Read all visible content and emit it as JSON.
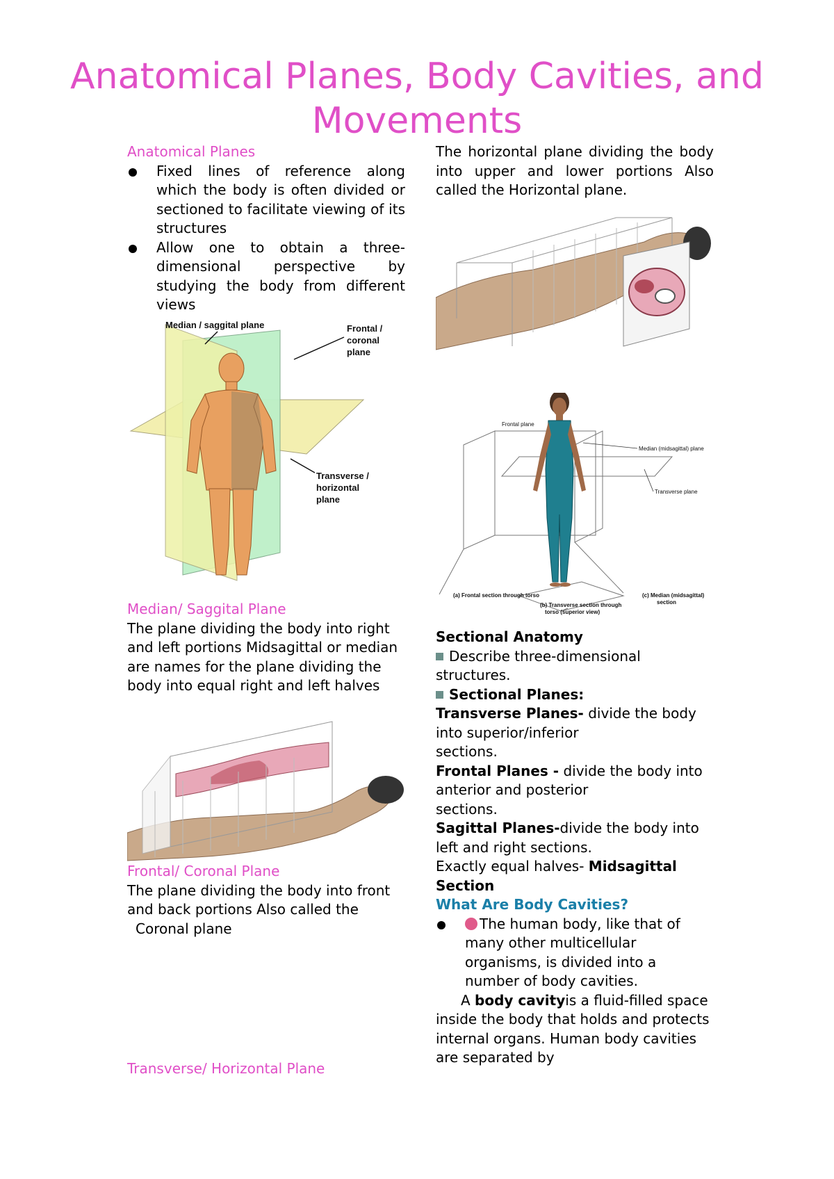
{
  "title": "Anatomical Planes, Body Cavities, and Movements",
  "left": {
    "heading_planes": "Anatomical Planes",
    "bullets": [
      "Fixed lines of reference along which the body is often divided or sectioned to facilitate viewing of its structures",
      "Allow one to obtain a three-dimensional perspective by studying the body from different views"
    ],
    "fig1": {
      "label_median": "Median / saggital plane",
      "label_frontal": [
        "Frontal /",
        "coronal",
        "plane"
      ],
      "label_transverse": [
        "Transverse /",
        "horizontal",
        "plane"
      ]
    },
    "heading_median": "Median/ Saggital Plane",
    "median_text": "The plane dividing the body into right and left portions Midsagittal or median are names for the plane dividing the body into equal right and left halves",
    "heading_frontal": "Frontal/ Coronal Plane",
    "frontal_text": "The plane dividing the body into front and back portions Also called the",
    "frontal_text2": "Coronal plane",
    "heading_transverse": "Transverse/ Horizontal Plane"
  },
  "right": {
    "horizontal_text": "The horizontal plane dividing the body into upper and lower portions Also called the Horizontal plane.",
    "fig2": {
      "frontal": "Frontal plane",
      "median": "Median (midsagittal) plane",
      "transverse": "Transverse plane",
      "cap_a": "(a) Frontal section through torso",
      "cap_b1": "(b) Transverse section through",
      "cap_b2": "torso (superior view)",
      "cap_c1": "(c) Median (midsagittal)",
      "cap_c2": "section"
    },
    "sectional_heading": "Sectional Anatomy",
    "sectional_desc": "Describe three-dimensional structures.",
    "sectional_planes": "Sectional Planes:",
    "transverse_b": "Transverse Planes-",
    "transverse_t": " divide the body into superior/inferior",
    "transverse_t2": "sections.",
    "frontal_b": "Frontal Planes -",
    "frontal_t": " divide the body into anterior and posterior",
    "frontal_t2": "sections.",
    "sagittal_b": "Sagittal Planes-",
    "sagittal_t": "divide the body into left and right sections.",
    "exact_t": "Exactly equal halves- ",
    "exact_b": "Midsagittal Section",
    "cavities_heading": "What Are Body Cavities?",
    "cavities_bullet": "The human body, like that of many other multicellular organisms, is divided into a number of body cavities.",
    "cavity_a": "A ",
    "cavity_b": "body cavity",
    "cavity_t": "is a fluid-filled space inside the body that holds and protects internal organs. Human body cavities are separated by"
  }
}
